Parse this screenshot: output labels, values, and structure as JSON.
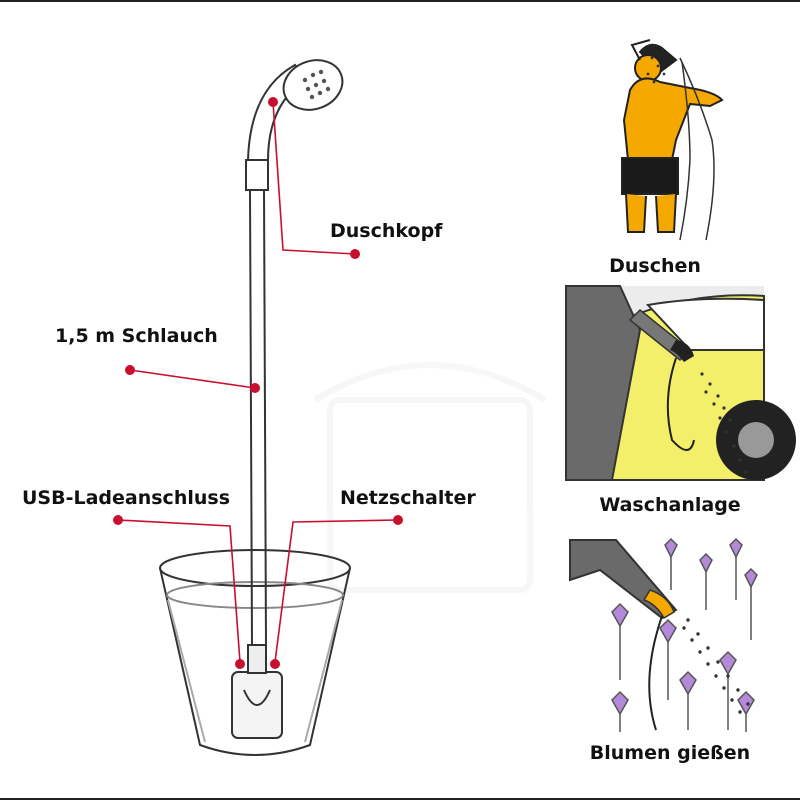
{
  "callouts": {
    "showerhead": "Duschkopf",
    "hose": "1,5 m Schlauch",
    "usb_port": "USB-Ladeanschluss",
    "power_switch": "Netzschalter"
  },
  "uses": [
    {
      "label": "Duschen",
      "icon": "showering-person"
    },
    {
      "label": "Waschanlage",
      "icon": "car-wash"
    },
    {
      "label": "Blumen gießen",
      "icon": "watering-flowers"
    }
  ],
  "colors": {
    "callout_red": "#c8102e",
    "person_yellow": "#f5a800",
    "car_yellow": "#f3ef6a",
    "flower_purple": "#b48ad8"
  }
}
